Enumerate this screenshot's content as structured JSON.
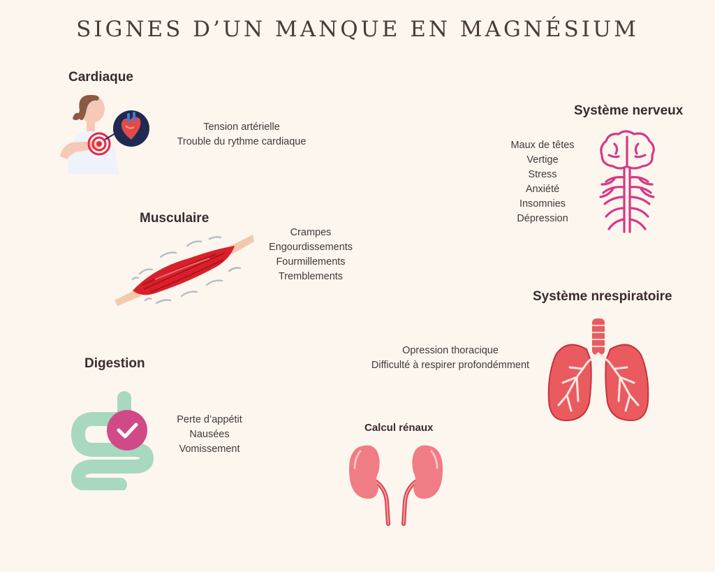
{
  "title": "SIGNES D’UN MANQUE EN MAGNÉSIUM",
  "sections": {
    "cardiaque": {
      "heading": "Cardiaque",
      "items": [
        "Tension artérielle",
        "Trouble du rythme cardiaque"
      ]
    },
    "systeme_nerveux": {
      "heading": "Système nerveux",
      "items": [
        "Maux de têtes",
        "Vertige",
        "Stress",
        "Anxiété",
        "Insomnies",
        "Dépression"
      ]
    },
    "musculaire": {
      "heading": "Musculaire",
      "items": [
        "Crampes",
        "Engourdissements",
        "Fourmillements",
        "Tremblements"
      ]
    },
    "respiratoire": {
      "heading": "Système nrespiratoire",
      "items": [
        "Opression thoracique",
        "Difficulté à respirer profondémment"
      ]
    },
    "digestion": {
      "heading": "Digestion",
      "items": [
        "Perte d’appétit",
        "Nausées",
        "Vomissement"
      ]
    },
    "calcul": {
      "heading": "Calcul rénaux"
    }
  },
  "icons": {
    "heart_patient": "woman-heart-icon",
    "nervous_system": "brain-nervous-system-icon",
    "muscle": "muscle-icon",
    "lungs": "lungs-icon",
    "intestine": "intestine-check-icon",
    "kidneys": "kidneys-icon"
  },
  "colors": {
    "background": "#fdf6ef",
    "muscle_red": "#d8202a",
    "nerve_pink": "#d43a86",
    "lung_red": "#e95b5f",
    "intestine_green": "#a8d8c0",
    "check_pink": "#cf4a87",
    "kidney_pink": "#f07c85"
  }
}
